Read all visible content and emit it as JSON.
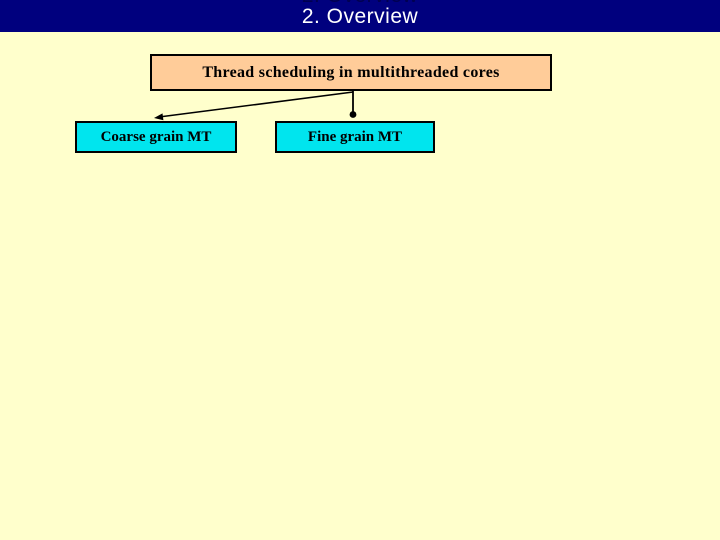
{
  "slide": {
    "title_bar": {
      "label": "2. Overview",
      "bg_color": "#00007E",
      "text_color": "#FFFFFF"
    },
    "background_color": "#FFFFCC",
    "diagram": {
      "root_box": {
        "label": "Thread scheduling in multithreaded cores",
        "fill": "#FFCC99",
        "border": "#000000"
      },
      "child_boxes": [
        {
          "label": "Coarse grain MT",
          "fill": "#00E5EE",
          "border": "#000000"
        },
        {
          "label": "Fine grain MT",
          "fill": "#00E5EE",
          "border": "#000000"
        }
      ],
      "connectors": [
        {
          "from": "Thread scheduling in multithreaded cores",
          "to": "Coarse grain MT",
          "end_style": "arrow"
        },
        {
          "from": "Thread scheduling in multithreaded cores",
          "to": "Fine grain MT",
          "end_style": "dot"
        }
      ]
    }
  }
}
